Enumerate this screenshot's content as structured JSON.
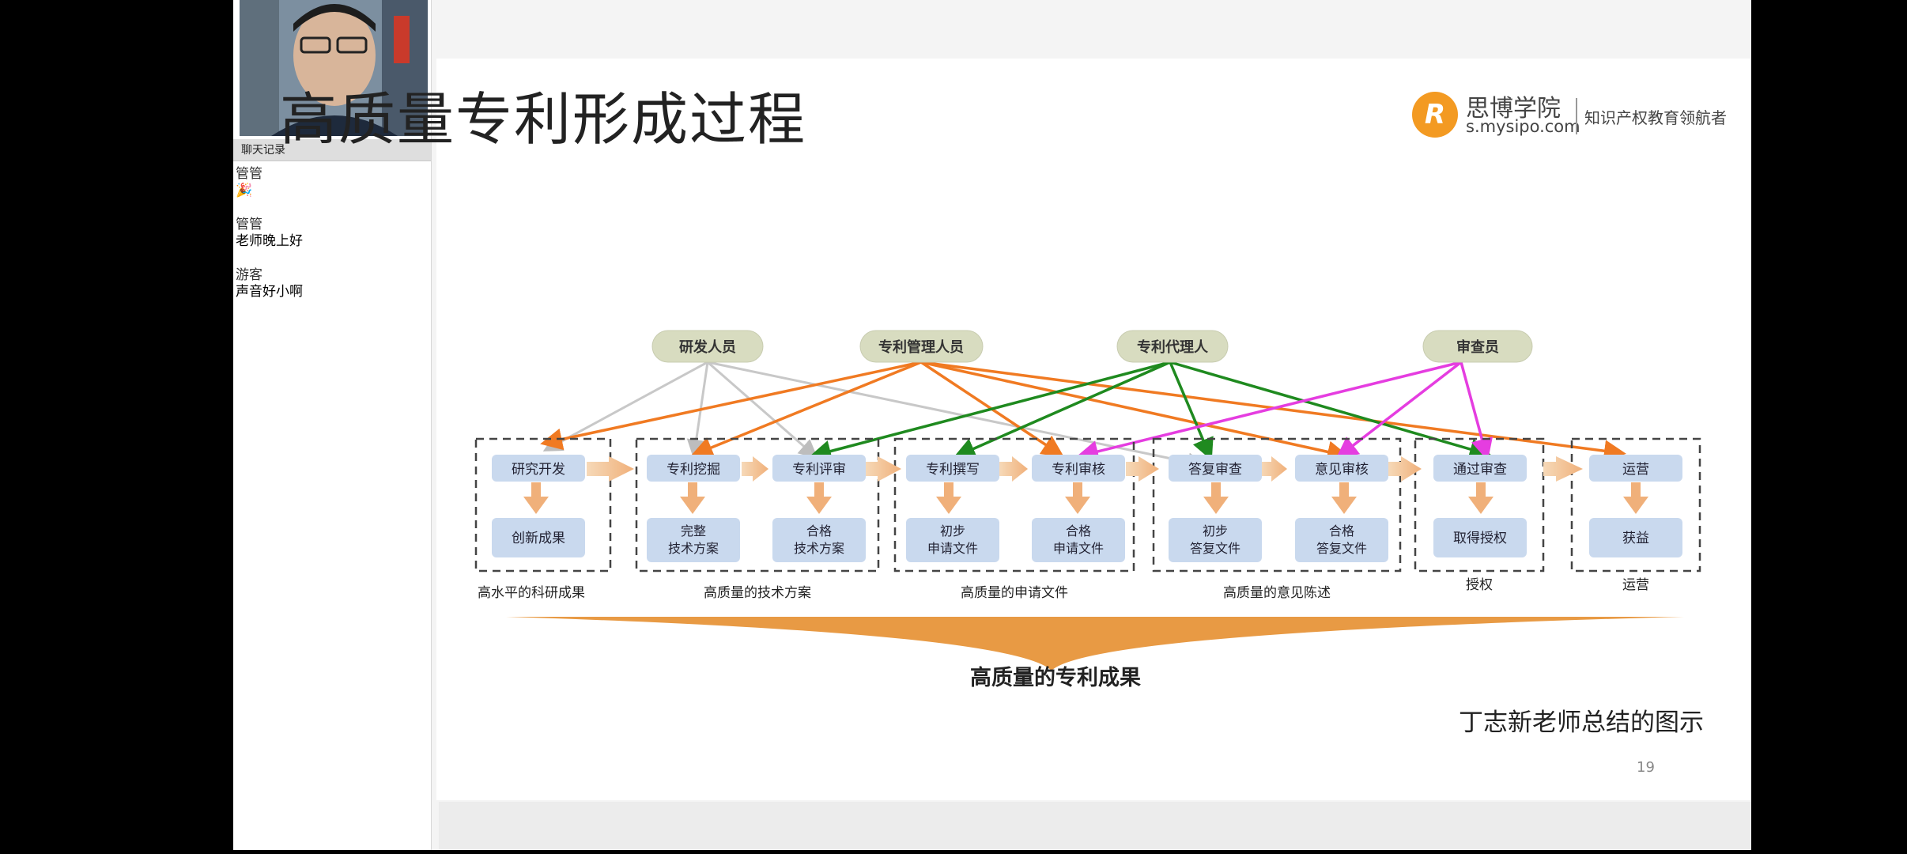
{
  "chat": {
    "header": "聊天记录",
    "messages": [
      {
        "name": "管管",
        "text": "🎉"
      },
      {
        "name": "管管",
        "text": "老师晚上好"
      },
      {
        "name": "游客",
        "text": "声音好小啊"
      }
    ]
  },
  "slide": {
    "title": "高质量专利形成过程",
    "logo": {
      "name": "思博学院",
      "url": "s.mysipo.com",
      "slogan": "知识产权教育领航者",
      "mark": "R"
    },
    "caption": "丁志新老师总结的图示",
    "page_number": "19"
  },
  "diagram": {
    "roles": [
      {
        "id": "r1",
        "label": "研发人员"
      },
      {
        "id": "r2",
        "label": "专利管理人员"
      },
      {
        "id": "r3",
        "label": "专利代理人"
      },
      {
        "id": "r4",
        "label": "审查员"
      }
    ],
    "groups": [
      {
        "label": "高水平的科研成果",
        "steps": [
          {
            "top": "研究开发",
            "bottom": [
              "创新成果"
            ]
          }
        ]
      },
      {
        "label": "高质量的技术方案",
        "steps": [
          {
            "top": "专利挖掘",
            "bottom": [
              "完整",
              "技术方案"
            ]
          },
          {
            "top": "专利评审",
            "bottom": [
              "合格",
              "技术方案"
            ]
          }
        ]
      },
      {
        "label": "高质量的申请文件",
        "steps": [
          {
            "top": "专利撰写",
            "bottom": [
              "初步",
              "申请文件"
            ]
          },
          {
            "top": "专利审核",
            "bottom": [
              "合格",
              "申请文件"
            ]
          }
        ]
      },
      {
        "label": "高质量的意见陈述",
        "steps": [
          {
            "top": "答复审查",
            "bottom": [
              "初步",
              "答复文件"
            ]
          },
          {
            "top": "意见审核",
            "bottom": [
              "合格",
              "答复文件"
            ]
          }
        ]
      },
      {
        "label": "授权",
        "steps": [
          {
            "top": "通过审查",
            "bottom": [
              "取得授权"
            ]
          }
        ]
      },
      {
        "label": "运营",
        "steps": [
          {
            "top": "运营",
            "bottom": [
              "获益"
            ]
          }
        ]
      }
    ],
    "result": "高质量的专利成果",
    "colors": {
      "manager": "#f07a22",
      "agent": "#1f8a1f",
      "examiner": "#e53de0",
      "researcher": "#c8c8c8",
      "role_fill": "#d8dcc0",
      "node_fill": "#c9d9ee",
      "band": "#e89a44"
    }
  }
}
